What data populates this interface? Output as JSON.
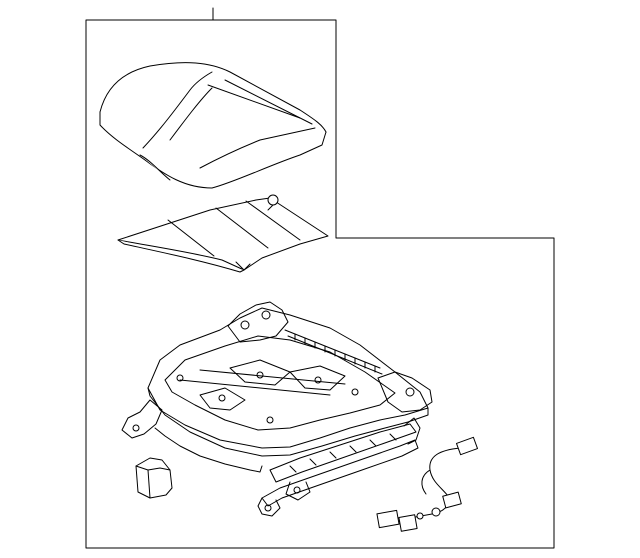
{
  "diagram": {
    "kind": "exploded parts diagram",
    "background": "#ffffff",
    "line_color": "#000000",
    "parts": [
      {
        "name": "seat-cushion-cover"
      },
      {
        "name": "seat-cushion-pad"
      },
      {
        "name": "seat-track-frame"
      },
      {
        "name": "side-cover-bracket"
      },
      {
        "name": "wiring-harness"
      }
    ]
  }
}
